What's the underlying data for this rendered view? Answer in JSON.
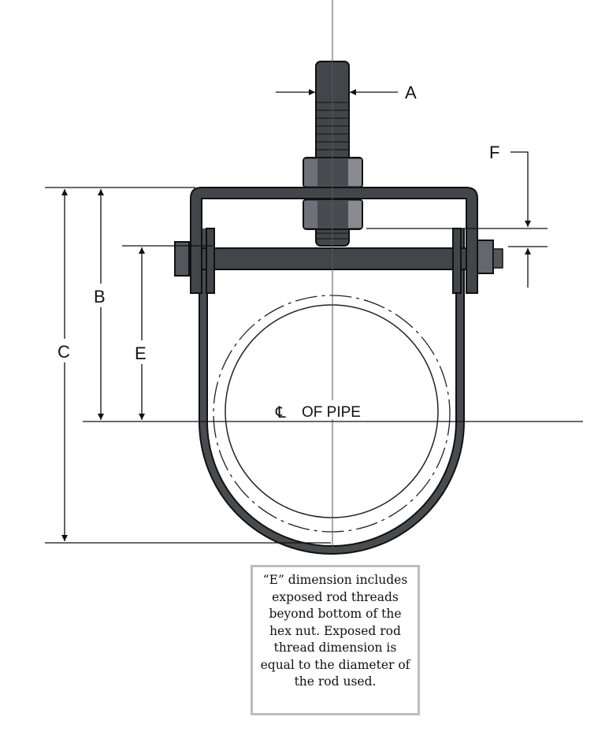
{
  "labels": {
    "a": "A",
    "b": "B",
    "c": "C",
    "e": "E",
    "f": "F",
    "centerline_symbol": "℄",
    "centerline_text": "OF PIPE"
  },
  "note": {
    "lines": [
      "“E” dimension includes",
      "exposed rod threads",
      "beyond bottom of the",
      "hex nut. Exposed rod",
      "thread dimension is",
      "equal to the diameter of",
      "the rod used."
    ]
  },
  "colors": {
    "metal": "#3f4045",
    "metal_light": "#6f7078",
    "line": "#111111",
    "note_border": "#bdbdbd"
  }
}
